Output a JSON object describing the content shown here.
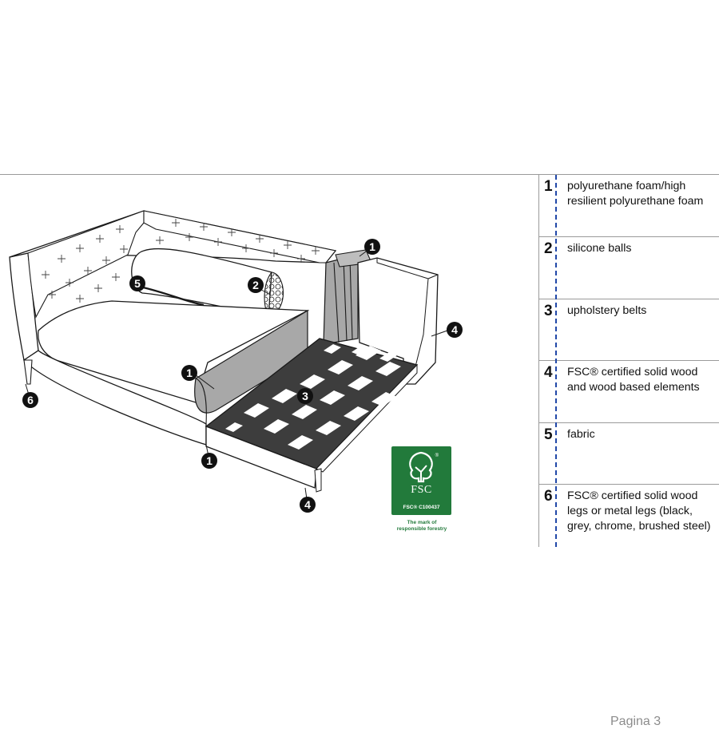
{
  "legend": [
    {
      "number": "1",
      "text": "polyurethane foam/high resilient polyurethane foam"
    },
    {
      "number": "2",
      "text": "silicone balls"
    },
    {
      "number": "3",
      "text": "upholstery belts"
    },
    {
      "number": "4",
      "text": "FSC® certified solid wood and wood based elements"
    },
    {
      "number": "5",
      "text": "fabric"
    },
    {
      "number": "6",
      "text": "FSC® certified solid wood legs or metal legs (black, grey, chrome, brushed steel)"
    }
  ],
  "page_label": "Pagina 3",
  "fsc": {
    "name": "FSC",
    "registered": "®",
    "code": "FSC® C100437",
    "tagline_1": "The mark of",
    "tagline_2": "responsible forestry",
    "color": "#227a3b"
  },
  "callouts": [
    "1",
    "1",
    "1",
    "2",
    "3",
    "4",
    "4",
    "5",
    "6"
  ],
  "colors": {
    "line": "#1a1a1a",
    "foam_gray": "#a8a8a8",
    "belt_dark": "#3d3d3d",
    "legend_divider": "#2148a8"
  }
}
